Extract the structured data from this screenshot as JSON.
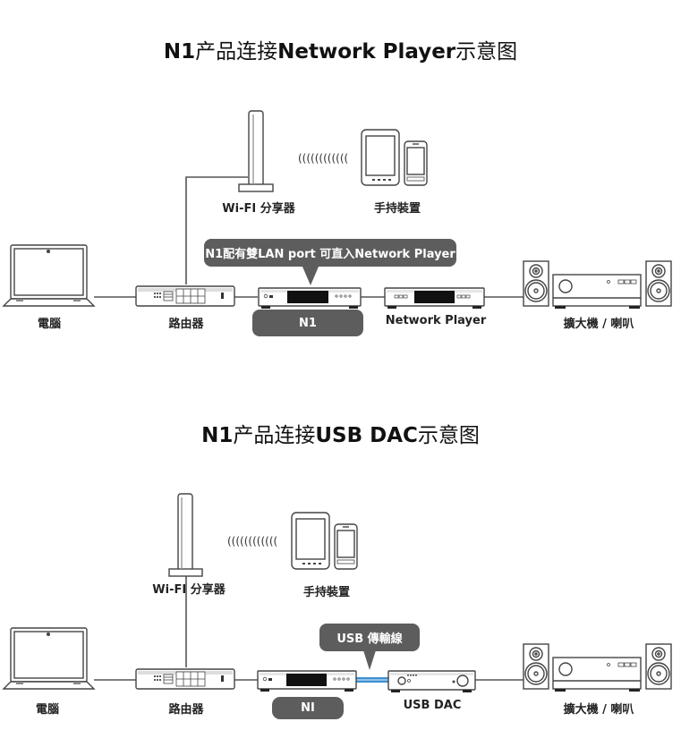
{
  "diagrams": [
    {
      "title_parts": [
        {
          "text": "N1",
          "style": "latin"
        },
        {
          "text": "产品连接",
          "style": "cn"
        },
        {
          "text": "Network Player",
          "style": "latin"
        },
        {
          "text": "示意图",
          "style": "cn"
        }
      ],
      "labels": {
        "wifi": "Wi-FI 分享器",
        "handheld": "手持裝置",
        "computer": "電腦",
        "router": "路由器",
        "device": "Network Player",
        "amp": "擴大機 / 喇叭"
      },
      "callout": "N1配有雙LAN port 可直入Network Player",
      "product_badge": "N1"
    },
    {
      "title_parts": [
        {
          "text": "N1",
          "style": "latin"
        },
        {
          "text": "产品连接",
          "style": "cn"
        },
        {
          "text": "USB DAC",
          "style": "latin"
        },
        {
          "text": "示意图",
          "style": "cn"
        }
      ],
      "labels": {
        "wifi": "Wi-FI 分享器",
        "handheld": "手持裝置",
        "computer": "電腦",
        "router": "路由器",
        "device": "USB DAC",
        "amp": "擴大機 / 喇叭"
      },
      "callout": "USB 傳輸線",
      "product_badge": "NI"
    }
  ],
  "colors": {
    "pill": "#5d5d5d",
    "usb_cable": "#3d8fd0",
    "line": "#555555"
  }
}
